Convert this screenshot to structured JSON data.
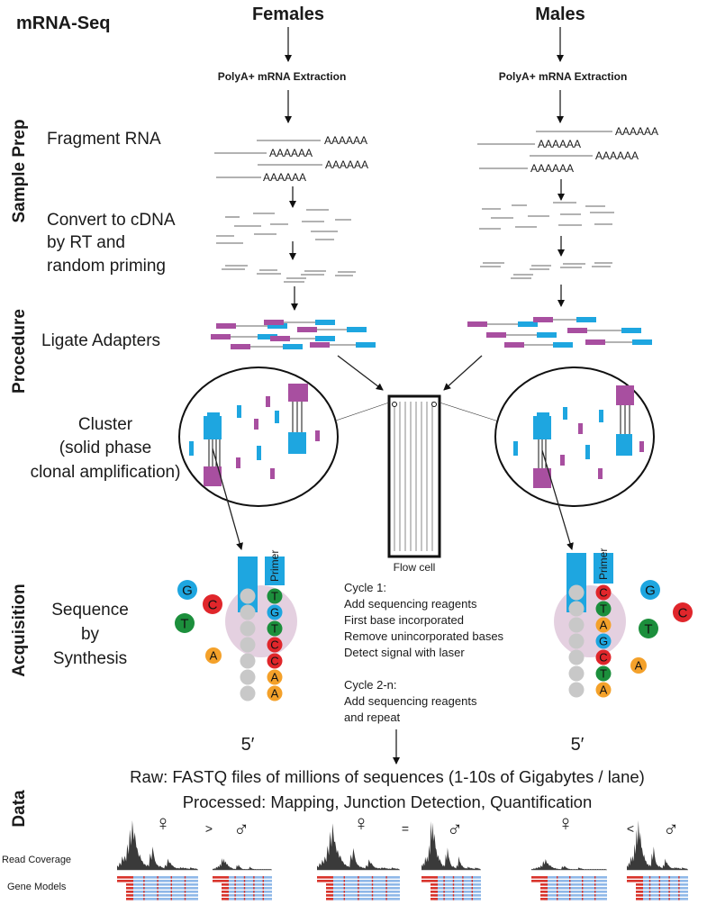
{
  "title": "mRNA-Seq",
  "columns": {
    "left": "Females",
    "right": "Males"
  },
  "phases": {
    "sample_prep": "Sample Prep",
    "procedure": "Procedure",
    "acquisition": "Acquisition",
    "data": "Data"
  },
  "steps": {
    "extraction": "PolyA+ mRNA Extraction",
    "fragment": "Fragment RNA",
    "convert": [
      "Convert to cDNA",
      "by RT and",
      "random priming"
    ],
    "ligate": "Ligate Adapters",
    "cluster": [
      "Cluster",
      "(solid phase",
      "clonal amplification)"
    ],
    "sbs": [
      "Sequence",
      "by",
      "Synthesis"
    ]
  },
  "polya": "AAAAAA",
  "flow_cell": "Flow cell",
  "primer": "Primer",
  "five_prime": "5′",
  "cycle_text": [
    "Cycle 1:",
    "Add sequencing reagents",
    "First base incorporated",
    "Remove unincorporated bases",
    "Detect signal with laser",
    "",
    "Cycle 2-n:",
    "Add sequencing reagents",
    "and repeat"
  ],
  "bases": {
    "left_chain": [
      "T",
      "G",
      "T",
      "C",
      "C",
      "A",
      "A"
    ],
    "right_chain": [
      "C",
      "T",
      "A",
      "G",
      "C",
      "T",
      "A"
    ],
    "left_free": [
      "G",
      "C",
      "T",
      "A"
    ],
    "right_free": [
      "G",
      "C",
      "T",
      "A"
    ]
  },
  "base_colors": {
    "G": "#1ea6e0",
    "C": "#e0262b",
    "T": "#1c8f3c",
    "A": "#f4a12a",
    "empty": "#c8c8c8"
  },
  "data_lines": {
    "raw": "Raw: FASTQ files of millions of sequences (1-10s of Gigabytes / lane)",
    "processed": "Processed: Mapping, Junction Detection, Quantification"
  },
  "comparison": {
    "female_symbol": "♀",
    "male_symbol": "♂",
    "operators": [
      ">",
      "=",
      "<"
    ]
  },
  "row_labels": {
    "coverage": "Read Coverage",
    "gene_models": "Gene Models"
  },
  "colors": {
    "magenta": "#a84fa0",
    "cyan": "#1ea6e0",
    "lavender": "#d9bcd3",
    "gene_blue": "#8fb8e8",
    "gene_red": "#d8342c"
  }
}
